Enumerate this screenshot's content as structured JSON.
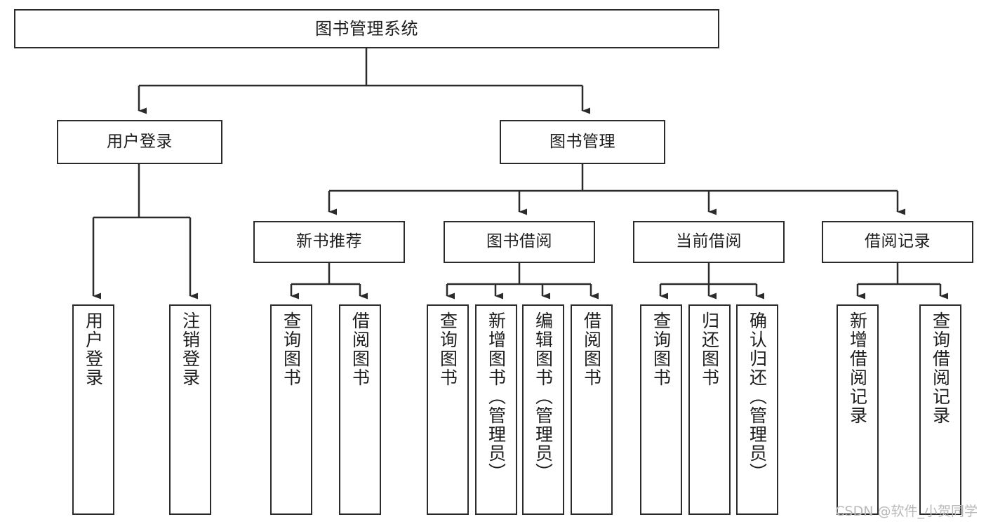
{
  "diagram": {
    "title": "图书管理系统",
    "type": "tree-hierarchy",
    "stroke_color": "#2b2b2b",
    "fill_color": "#ffffff",
    "text_color": "#1d1d1d"
  },
  "watermark": {
    "text": "CSDN @软件_小贺同学",
    "color": "#b9b9b9"
  },
  "nodes": {
    "root": {
      "label": "图书管理系统"
    },
    "level1": [
      {
        "label": "用户登录"
      },
      {
        "label": "图书管理"
      }
    ],
    "level2": [
      {
        "label": "新书推荐"
      },
      {
        "label": "图书借阅"
      },
      {
        "label": "当前借阅"
      },
      {
        "label": "借阅记录"
      }
    ],
    "leaves": {
      "user_login": [
        {
          "label": "用户登录"
        },
        {
          "label": "注销登录"
        }
      ],
      "new_book_recommend": [
        {
          "label": "查询图书"
        },
        {
          "label": "借阅图书"
        }
      ],
      "book_borrow": [
        {
          "label": "查询图书"
        },
        {
          "label": "新增图书（管理员）"
        },
        {
          "label": "编辑图书（管理员）"
        },
        {
          "label": "借阅图书"
        }
      ],
      "current_borrow": [
        {
          "label": "查询图书"
        },
        {
          "label": "归还图书"
        },
        {
          "label": "确认归还（管理员）"
        }
      ],
      "borrow_record": [
        {
          "label": "新增借阅记录"
        },
        {
          "label": "查询借阅记录"
        }
      ]
    }
  }
}
